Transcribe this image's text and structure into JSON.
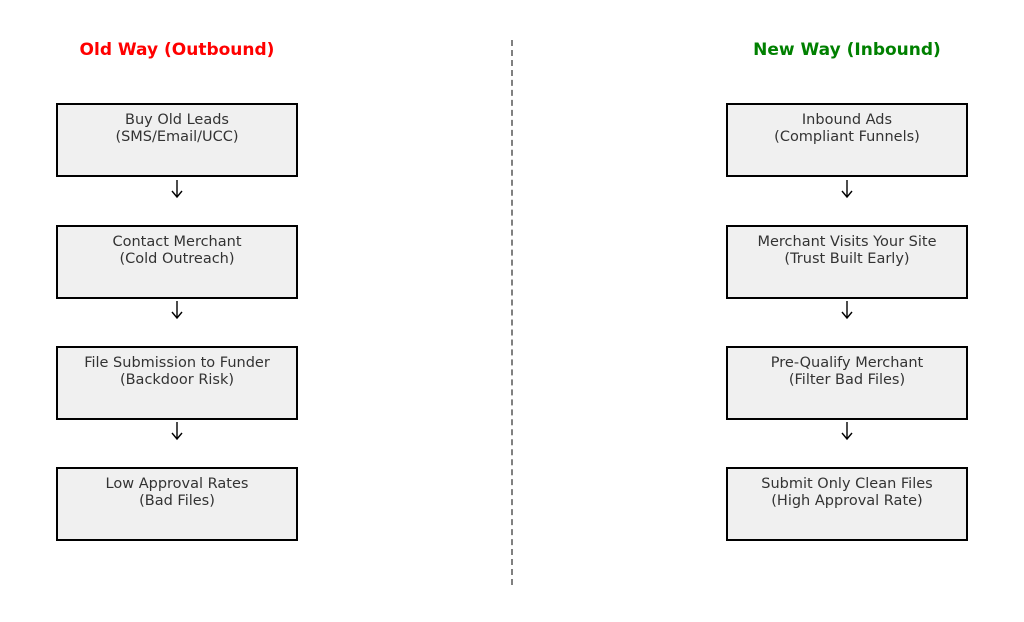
{
  "left_column": {
    "title": "Old Way (Outbound)",
    "title_color": "#ff0000",
    "steps": [
      {
        "line1": "Buy Old Leads",
        "line2": "(SMS/Email/UCC)"
      },
      {
        "line1": "Contact Merchant",
        "line2": "(Cold Outreach)"
      },
      {
        "line1": "File Submission to Funder",
        "line2": "(Backdoor Risk)"
      },
      {
        "line1": "Low Approval Rates",
        "line2": "(Bad Files)"
      }
    ]
  },
  "right_column": {
    "title": "New Way (Inbound)",
    "title_color": "#008000",
    "steps": [
      {
        "line1": "Inbound Ads",
        "line2": "(Compliant Funnels)"
      },
      {
        "line1": "Merchant Visits Your Site",
        "line2": "(Trust Built Early)"
      },
      {
        "line1": "Pre-Qualify Merchant",
        "line2": "(Filter Bad Files)"
      },
      {
        "line1": "Submit Only Clean Files",
        "line2": "(High Approval Rate)"
      }
    ]
  },
  "colors": {
    "box_fill": "#f0f0f0",
    "box_border": "#000000",
    "box_text": "#333333",
    "divider": "#808080"
  }
}
